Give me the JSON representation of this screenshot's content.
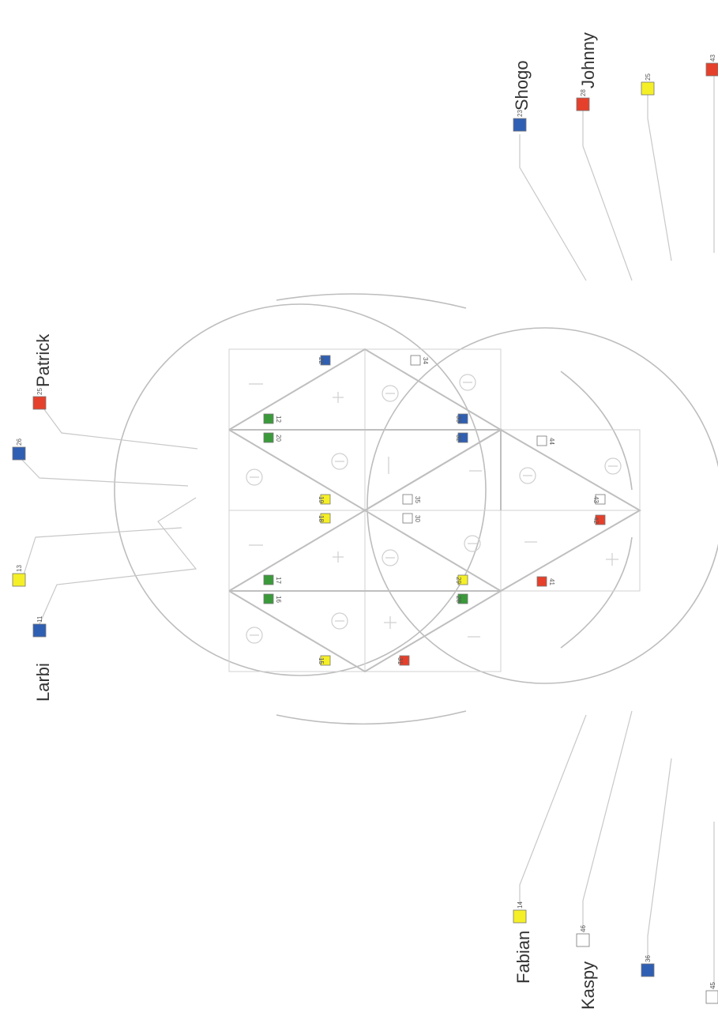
{
  "colors": {
    "blue": "#2f5fb3",
    "red": "#e5402b",
    "yellow": "#f5ef27",
    "green": "#3a9a3a",
    "white": "#ffffff"
  },
  "people": {
    "larbi": "Larbi",
    "patrick": "Patrick",
    "shogo": "Shogo",
    "johnny": "Johnny",
    "fabian": "Fabian",
    "kaspy": "Kaspy"
  },
  "outer_boxes": [
    {
      "id": "box-11",
      "num": "11",
      "color": "blue"
    },
    {
      "id": "box-13",
      "num": "13",
      "color": "yellow"
    },
    {
      "id": "box-26",
      "num": "26",
      "color": "blue"
    },
    {
      "id": "box-25",
      "num": "25",
      "color": "red"
    },
    {
      "id": "box-23",
      "num": "23",
      "color": "blue"
    },
    {
      "id": "box-28",
      "num": "28",
      "color": "red"
    },
    {
      "id": "box-25b",
      "num": "25",
      "color": "yellow"
    },
    {
      "id": "box-43",
      "num": "43",
      "color": "red"
    },
    {
      "id": "box-14",
      "num": "14",
      "color": "yellow"
    },
    {
      "id": "box-46",
      "num": "46",
      "color": "white"
    },
    {
      "id": "box-36",
      "num": "36",
      "color": "blue"
    },
    {
      "id": "box-45",
      "num": "45",
      "color": "white"
    }
  ],
  "grid_boxes": [
    {
      "id": "g-22",
      "num": "22",
      "color": "blue"
    },
    {
      "id": "g-34",
      "num": "34",
      "color": "white"
    },
    {
      "id": "g-12",
      "num": "12",
      "color": "green"
    },
    {
      "id": "g-20",
      "num": "20",
      "color": "green"
    },
    {
      "id": "g-33",
      "num": "33",
      "color": "blue"
    },
    {
      "id": "g-32",
      "num": "32",
      "color": "blue"
    },
    {
      "id": "g-44",
      "num": "44",
      "color": "white"
    },
    {
      "id": "g-19",
      "num": "19",
      "color": "yellow"
    },
    {
      "id": "g-35",
      "num": "35",
      "color": "white"
    },
    {
      "id": "g-43",
      "num": "43",
      "color": "white"
    },
    {
      "id": "g-18",
      "num": "18",
      "color": "yellow"
    },
    {
      "id": "g-30",
      "num": "30",
      "color": "white"
    },
    {
      "id": "g-42",
      "num": "42",
      "color": "red"
    },
    {
      "id": "g-17",
      "num": "17",
      "color": "green"
    },
    {
      "id": "g-29",
      "num": "29",
      "color": "yellow"
    },
    {
      "id": "g-41",
      "num": "41",
      "color": "red"
    },
    {
      "id": "g-16",
      "num": "16",
      "color": "green"
    },
    {
      "id": "g-28",
      "num": "28",
      "color": "green"
    },
    {
      "id": "g-15",
      "num": "15",
      "color": "yellow"
    },
    {
      "id": "g-31",
      "num": "31",
      "color": "red"
    }
  ]
}
